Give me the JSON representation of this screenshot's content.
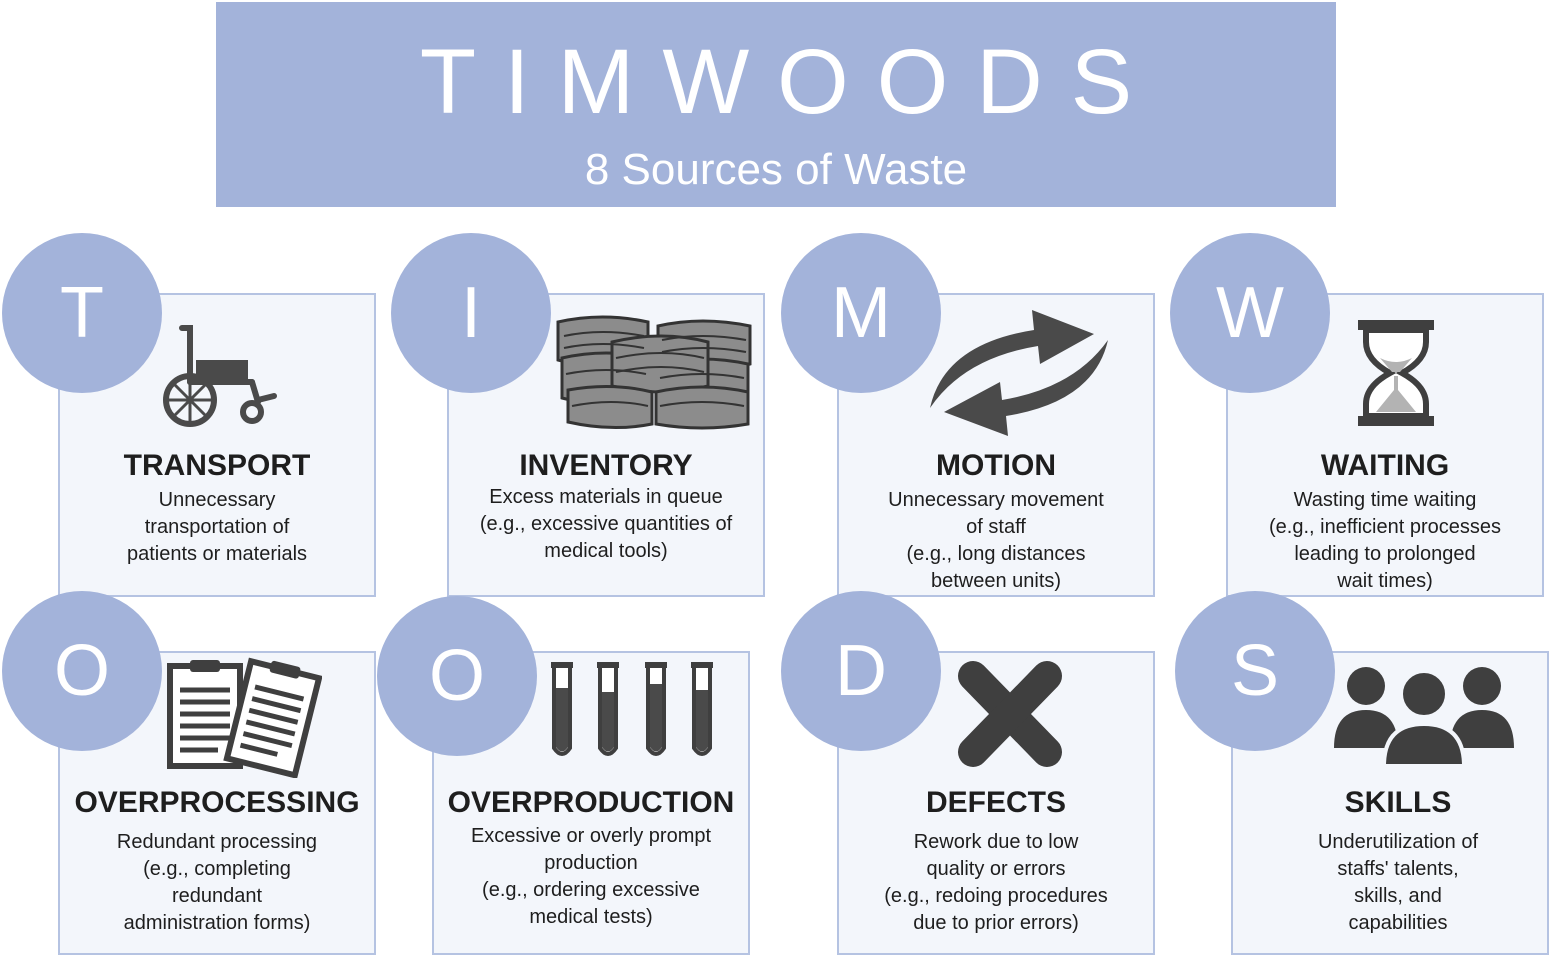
{
  "header": {
    "title": "TIMWOODS",
    "subtitle": "8 Sources of Waste"
  },
  "colors": {
    "accent": "#a3b3da",
    "card_bg": "#f3f6fb",
    "card_border": "#b5c3e2",
    "icon": "#4a4a4a"
  },
  "cards": [
    {
      "letter": "T",
      "title": "TRANSPORT",
      "description": "Unnecessary\ntransportation of\npatients or materials",
      "icon": "wheelchair-icon"
    },
    {
      "letter": "I",
      "title": "INVENTORY",
      "description": "Excess materials in queue\n(e.g., excessive quantities of\nmedical tools)",
      "icon": "stacked-masks-icon"
    },
    {
      "letter": "M",
      "title": "MOTION",
      "description": "Unnecessary movement\nof staff\n(e.g., long distances\nbetween units)",
      "icon": "cycle-arrows-icon"
    },
    {
      "letter": "W",
      "title": "WAITING",
      "description": "Wasting time waiting\n(e.g., inefficient processes\nleading to prolonged\nwait times)",
      "icon": "hourglass-icon"
    },
    {
      "letter": "O",
      "title": "OVERPROCESSING",
      "description": "Redundant processing\n(e.g., completing\nredundant\nadministration forms)",
      "icon": "clipboards-icon"
    },
    {
      "letter": "O",
      "title": "OVERPRODUCTION",
      "description": "Excessive or overly prompt\nproduction\n(e.g., ordering excessive\nmedical tests)",
      "icon": "test-tubes-icon"
    },
    {
      "letter": "D",
      "title": "DEFECTS",
      "description": "Rework due to low\nquality or errors\n(e.g., redoing procedures\ndue to prior errors)",
      "icon": "x-mark-icon"
    },
    {
      "letter": "S",
      "title": "SKILLS",
      "description": "Underutilization of\nstaffs' talents,\nskills, and\ncapabilities",
      "icon": "people-group-icon"
    }
  ]
}
